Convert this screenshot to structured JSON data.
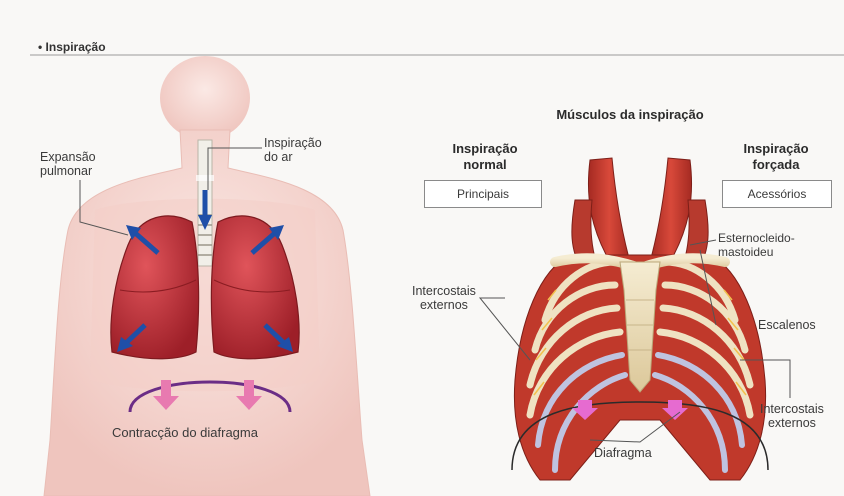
{
  "section_title": "• Inspiração",
  "left": {
    "expansao": "Expansão\npulmonar",
    "inspiracao_ar": "Inspiração\ndo ar",
    "diafragma_contraccao": "Contracção do diafragma"
  },
  "right": {
    "title": "Músculos da inspiração",
    "normal_header": "Inspiração\nnormal",
    "normal_box": "Principais",
    "forcada_header": "Inspiração\nforçada",
    "forcada_box": "Acessórios",
    "esternocleido": "Esternocleido-\nmastoideu",
    "escalenos": "Escalenos",
    "intercostais_left": "Intercostais\nexternos",
    "intercostais_right": "Intercostais\nexternos",
    "diafragma": "Diafragma"
  },
  "colors": {
    "body_fill": "#f6dcd7",
    "lung_fill": "#c9333a",
    "muscle": "#c0392b",
    "bone": "#efe2c2",
    "arrow_blue": "#1f4fa8",
    "arrow_pink": "#e87ab0",
    "rule": "#9a9a9a"
  }
}
